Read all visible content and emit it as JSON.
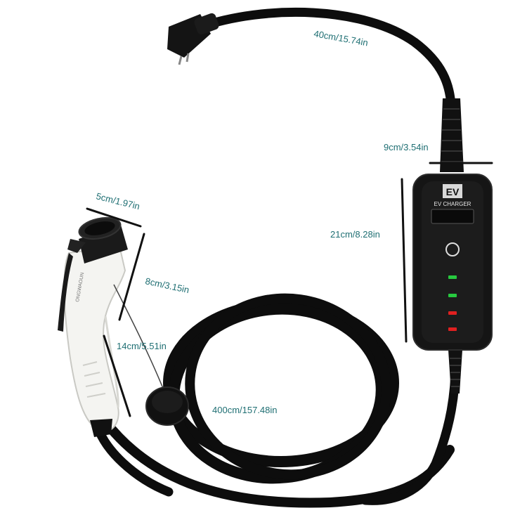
{
  "product": {
    "control_box": {
      "brand_text": "EV CHARGER",
      "indicators": [
        {
          "name": "power",
          "color": "#27c93f"
        },
        {
          "name": "charging",
          "color": "#27c93f"
        },
        {
          "name": "fault-1",
          "color": "#e02020"
        },
        {
          "name": "fault-2",
          "color": "#e02020"
        }
      ]
    },
    "handle_brand": "ONGWAOUN"
  },
  "dimensions": {
    "plug_cable": "40cm/15.74in",
    "box_to_cable": "9cm/3.54in",
    "box_length": "21cm/8.28in",
    "connector_width": "5cm/1.97in",
    "connector_depth": "8cm/3.15in",
    "handle_length": "14cm/5.51in",
    "main_cable": "400cm/157.48in"
  },
  "colors": {
    "label_text": "#1f6f73",
    "cable": "#0d0d0d",
    "handle": "#f4f4f1",
    "box": "#151515"
  }
}
